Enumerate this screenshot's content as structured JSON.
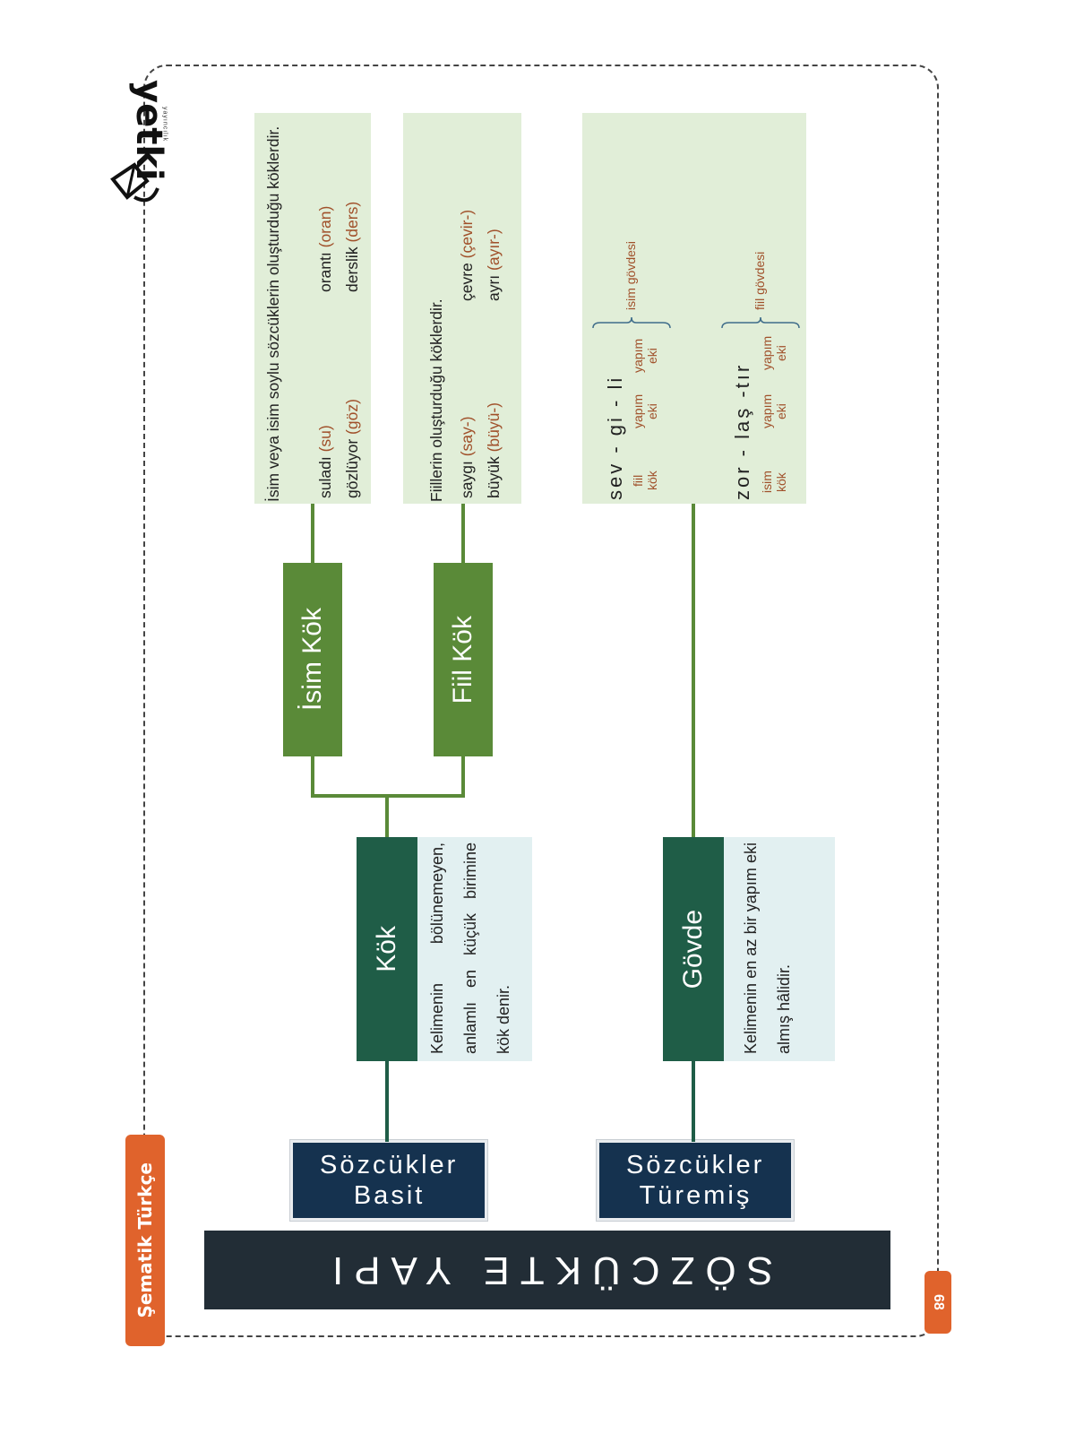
{
  "brand": {
    "logo_text": "yetki",
    "logo_sub": "yayıncılık"
  },
  "side_label": "Şematik Türkçe",
  "page_number": "68",
  "title": "SÖZCÜKTE YAPI",
  "branches": [
    {
      "label_line1": "Basit",
      "label_line2": "Sözcükler"
    },
    {
      "label_line1": "Türemiş",
      "label_line2": "Sözcükler"
    }
  ],
  "kok": {
    "header": "Kök",
    "definition": "Kelimenin bölünemeyen, anlamlı en küçük birimine kök denir."
  },
  "govde": {
    "header": "Gövde",
    "definition": "Kelimenin en az bir yapım eki almış hâlidir."
  },
  "isim_kok": {
    "header": "İsim Kök",
    "description": "İsim veya isim soylu sözcüklerin oluşturduğu köklerdir.",
    "examples": [
      {
        "word": "suladı",
        "root": "(su)"
      },
      {
        "word": "gözlüyor",
        "root": "(göz)"
      },
      {
        "word": "orantı",
        "root": "(oran)"
      },
      {
        "word": "derslik",
        "root": "(ders)"
      }
    ]
  },
  "fiil_kok": {
    "header": "Fiil Kök",
    "description": "Fiillerin oluşturduğu köklerdir.",
    "examples": [
      {
        "word": "saygı",
        "root": "(say-)"
      },
      {
        "word": "büyük",
        "root": "(büyü-)"
      },
      {
        "word": "çevre",
        "root": "(çevir-)"
      },
      {
        "word": "ayrı",
        "root": "(ayır-)"
      }
    ]
  },
  "govde_examples": [
    {
      "syllables": "sev - gi - li",
      "parts": [
        {
          "line1": "fiil",
          "line2": "kök"
        },
        {
          "line1": "yapım",
          "line2": "eki"
        },
        {
          "line1": "yapım",
          "line2": "eki"
        }
      ],
      "brace_label": "isim gövdesi"
    },
    {
      "syllables": "zor - laş -tır",
      "parts": [
        {
          "line1": "isim",
          "line2": "kök"
        },
        {
          "line1": "yapım",
          "line2": "eki"
        },
        {
          "line1": "yapım",
          "line2": "eki"
        }
      ],
      "brace_label": "fiil gövdesi"
    }
  ],
  "colors": {
    "title_bg": "#222d36",
    "navy": "#15324f",
    "dark_green": "#1f5d47",
    "medium_green": "#5a8a38",
    "definition_bg": "#e2f0f1",
    "info_bg": "#e1eed8",
    "accent_orange": "#e0632c",
    "example_brown": "#a0502a"
  }
}
